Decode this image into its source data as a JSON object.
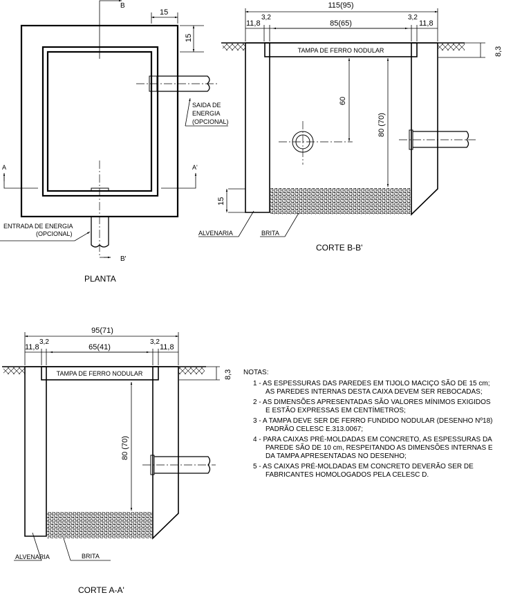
{
  "planta": {
    "title": "PLANTA",
    "dim_15_top": "15",
    "dim_15_right": "15",
    "sec_b": "B",
    "sec_b2": "B'",
    "sec_a": "A",
    "sec_a2": "A'",
    "saida": [
      "SAIDA DE",
      "ENERGIA",
      "(OPCIONAL)"
    ],
    "entrada": [
      "ENTRADA DE ENERGIA",
      "(OPCIONAL)"
    ]
  },
  "corte_bb": {
    "title": "CORTE B-B'",
    "dim_total": "115(95)",
    "dim_wall_l": "11,8",
    "dim_gap_l": "3,2",
    "dim_inner": "85(65)",
    "dim_gap_r": "3,2",
    "dim_wall_r": "11,8",
    "dim_lid": "8,3",
    "dim_60": "60",
    "dim_depth": "80 (70)",
    "dim_15": "15",
    "lid_label": "TAMPA DE FERRO NODULAR",
    "alvenaria": "ALVENARIA",
    "brita": "BRITA"
  },
  "corte_aa": {
    "title": "CORTE A-A'",
    "dim_total": "95(71)",
    "dim_wall_l": "11,8",
    "dim_gap_l": "3,2",
    "dim_inner": "65(41)",
    "dim_gap_r": "3,2",
    "dim_wall_r": "11,8",
    "dim_lid": "8,3",
    "dim_depth": "80 (70)",
    "lid_label": "TAMPA DE FERRO NODULAR",
    "alvenaria": "ALVENARIA",
    "brita": "BRITA"
  },
  "notas": {
    "title": "NOTAS:",
    "lines": [
      "1 - AS ESPESSURAS DAS PAREDES EM TIJOLO MACIÇO SÃO DE 15 cm;",
      "AS PAREDES INTERNAS DESTA CAIXA DEVEM SER REBOCADAS;",
      "2 - AS DIMENSÕES APRESENTADAS SÃO VALORES MÍNIMOS EXIGIDOS",
      "E ESTÃO EXPRESSAS EM CENTÍMETROS;",
      "3 - A TAMPA DEVE SER DE FERRO FUNDIDO NODULAR (DESENHO Nº18)",
      "PADRÃO CELESC E.313.0067;",
      "4 - PARA CAIXAS PRÉ-MOLDADAS EM CONCRETO, AS ESPESSURAS DA",
      "PAREDE SÃO DE 10 cm, RESPEITANDO AS DIMENSÕES INTERNAS E",
      "DA TAMPA APRESENTADAS NO DESENHO;",
      "5 - AS CAIXAS PRÉ-MOLDADAS EM CONCRETO DEVERÃO SER DE",
      "FABRICANTES HOMOLOGADOS PELA CELESC D."
    ]
  }
}
